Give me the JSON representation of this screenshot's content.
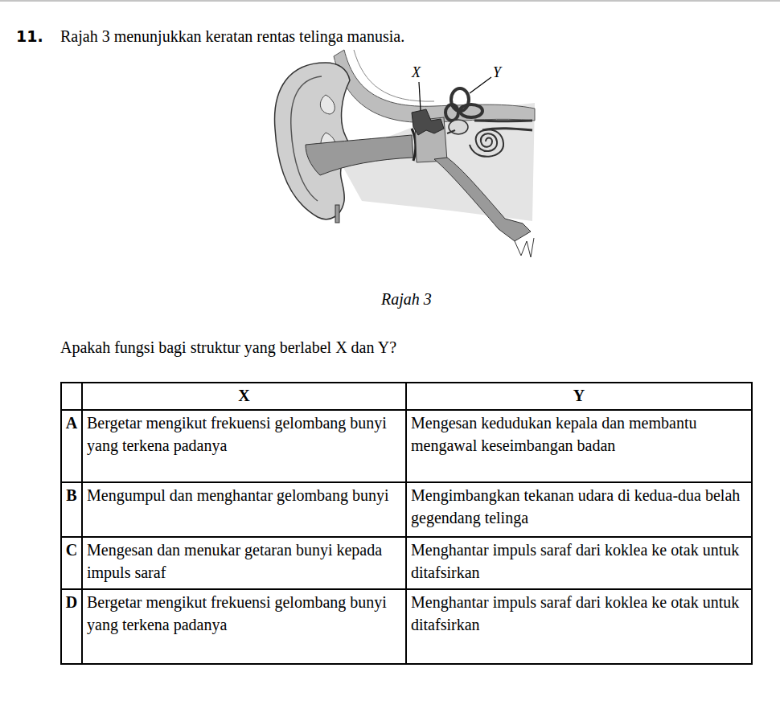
{
  "diagram": {
    "caption": "Rajah 3",
    "labels": [
      "11.",
      "Rajah 3 menunjukkan keratan rentas telinga manusia.",
      "X",
      "Y",
      "Apakah fungsi bagi struktur yang berlabel X dan Y?",
      "X",
      "Y",
      "A",
      "Bergetar mengikut frekuensi gelombang bunyi yang terkena padanya",
      "Mengesan kedudukan kepala dan membantu mengawal keseimbangan badan",
      "B",
      "Mengumpul dan menghantar gelombang bunyi",
      "Mengimbangkan tekanan udara di kedua-dua belah gegendang telinga",
      "C",
      "Mengesan dan menukar getaran bunyi kepada impuls saraf",
      "Menghantar impuls saraf dari koklea ke otak untuk ditafsirkan",
      "D",
      "Bergetar mengikut frekuensi gelombang bunyi yang terkena padanya",
      "Menghantar impuls saraf dari koklea ke otak untuk ditafsirkan"
    ]
  }
}
